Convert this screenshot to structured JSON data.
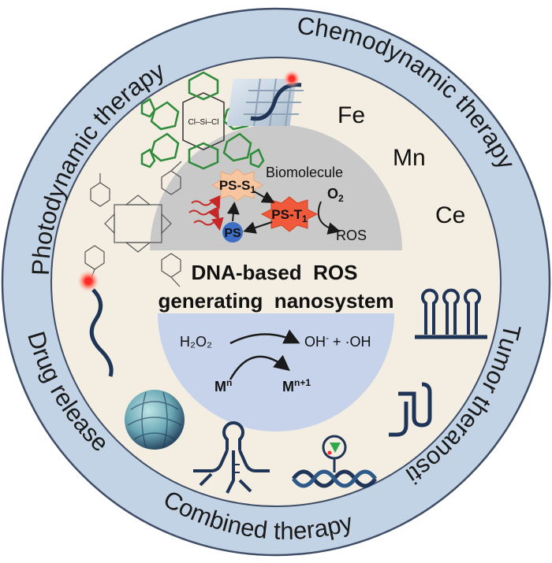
{
  "ring_labels": {
    "top_left": "Photodynamic therapy",
    "top_right": "Chemodynamic therapy",
    "right": "Tumor theranostic",
    "bottom": "Combined therapy",
    "left": "Drug release"
  },
  "center": {
    "title_line1": "DNA-based  ROS",
    "title_line2": "generating  nanosystem"
  },
  "pdt": {
    "ps_s1_main": "PS-S",
    "ps_s1_sub": "1",
    "ps_t1_main": "PS-T",
    "ps_t1_sub": "1",
    "ps": "PS",
    "biomolecule": "Biomolecule",
    "o2_main": "O",
    "o2_sub": "2",
    "ros": "ROS"
  },
  "cdt": {
    "h2o2": "H₂O₂",
    "oh_minus": "OH",
    "oh_minus_sup": "-",
    "plus_oh": " + ·OH",
    "mn": "M",
    "mn_sup": "n",
    "mn1": "M",
    "mn1_sup": "n+1"
  },
  "metals": [
    "Fe",
    "Mn",
    "Ce"
  ],
  "phthalocyanine_core": "Cl–Si–Cl",
  "colors": {
    "outer_ring": "#c3d3e6",
    "inner_disk": "#f3ede2",
    "pdt_half": "#c9c9c9",
    "cdt_half": "#c6d3ea",
    "dna_navy": "#1f3557",
    "star_orange": "#f7c6a1",
    "star_red": "#f05a3a",
    "ps_blue": "#3f6fc4"
  }
}
